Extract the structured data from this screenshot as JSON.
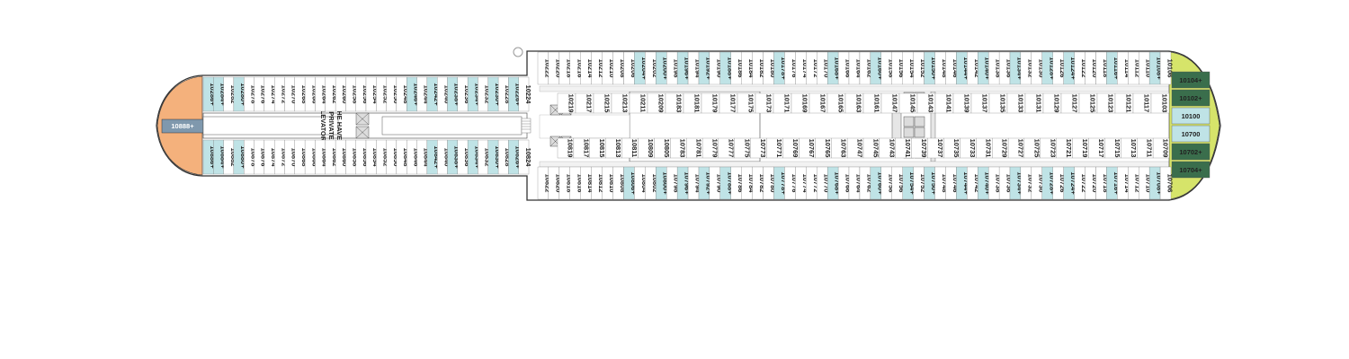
{
  "colors": {
    "outline": "#333333",
    "hull": "#ffffff",
    "standard": "#ffffff",
    "ocean_view": "#bfe3e6",
    "suite_dark": "#2e2e2e",
    "haven_green": "#3a6e4c",
    "light_green": "#b9d88f",
    "lime": "#d6e46a",
    "orange": "#f4b17c",
    "slate": "#7f98ad",
    "corridor": "#f2f2f2",
    "elevator": "#dcdcdc"
  },
  "labels": {
    "haven_elevators": [
      "THE HAVEN",
      "PRIVATE",
      "ELEVATORS"
    ]
  },
  "aft": {
    "top_outer": [
      "10286+",
      "10284+",
      "10282",
      "10280+",
      "10278",
      "10276",
      "10274",
      "10272",
      "10270",
      "10268",
      "10266",
      "10264",
      "10262",
      "10260",
      "10258",
      "10256",
      "10254",
      "10252",
      "10250",
      "10248",
      "10246+",
      "10244",
      "10242+",
      "10240",
      "10238+",
      "10236",
      "10234+",
      "10232",
      "10230+",
      "10228",
      "10226+",
      "10224"
    ],
    "bot_outer": [
      "10886+",
      "10884+",
      "10882",
      "10880+",
      "10878",
      "10876",
      "10874",
      "10872",
      "10870",
      "10868",
      "10866",
      "10864",
      "10862",
      "10860",
      "10858",
      "10856",
      "10854",
      "10852",
      "10850",
      "10848",
      "10846",
      "10844",
      "10842+",
      "10840",
      "10838+",
      "10836",
      "10834+",
      "10832",
      "10830+",
      "10828",
      "10826+",
      "10824"
    ],
    "center": "10888+"
  },
  "fwd": {
    "top_outer": [
      "10222",
      "10220",
      "10218",
      "10216",
      "10214",
      "10212",
      "10210",
      "10208",
      "10206",
      "10204+",
      "10202",
      "10200+",
      "10198",
      "10196+",
      "10194",
      "10192+",
      "10190",
      "10188+",
      "10186",
      "10184",
      "10182",
      "10180",
      "10178+",
      "10176",
      "10174",
      "10172",
      "10170",
      "10168+",
      "10166",
      "10164",
      "10162",
      "10160+",
      "10158",
      "10156",
      "10154",
      "10152",
      "10150+",
      "10148",
      "10146",
      "10144+",
      "10142",
      "10140+",
      "10138",
      "10136",
      "10134+",
      "10132",
      "10130",
      "10128+",
      "10126",
      "10124+",
      "10122",
      "10120",
      "10118",
      "10116+",
      "10114",
      "10112",
      "10110",
      "10108+",
      "10106"
    ],
    "top_inner": [
      "10219",
      "10217",
      "10215",
      "10213",
      "10211",
      "10209",
      "10183",
      "10181",
      "10179",
      "10177",
      "10175",
      "10173",
      "10171",
      "10169",
      "10167",
      "10165",
      "10163",
      "10161",
      "10147",
      "10145",
      "10143",
      "10141",
      "10139",
      "10137",
      "10135",
      "10133",
      "10131",
      "10129",
      "10127",
      "10125",
      "10123",
      "10121",
      "10117",
      "10103"
    ],
    "bot_inner": [
      "10819",
      "10817",
      "10815",
      "10813",
      "10811",
      "10809",
      "10805",
      "10783",
      "10781",
      "10779",
      "10777",
      "10775",
      "10773",
      "10771",
      "10769",
      "10767",
      "10765",
      "10763",
      "10747",
      "10745",
      "10743",
      "10741",
      "10739",
      "10737",
      "10735",
      "10733",
      "10731",
      "10729",
      "10727",
      "10725",
      "10723",
      "10721",
      "10719",
      "10717",
      "10715",
      "10713",
      "10711",
      "10709"
    ],
    "bot_outer": [
      "10822",
      "10820",
      "10818",
      "10816",
      "10814",
      "10812",
      "10810",
      "10808",
      "10806+",
      "10804",
      "10802",
      "10800+",
      "10798",
      "10796+",
      "10794",
      "10792+",
      "10790",
      "10788+",
      "10786",
      "10784",
      "10782",
      "10780",
      "10778+",
      "10776",
      "10774",
      "10772",
      "10770",
      "10768+",
      "10766",
      "10764",
      "10762",
      "10760+",
      "10758",
      "10756",
      "10754+",
      "10752",
      "10750+",
      "10748",
      "10746",
      "10744+",
      "10742",
      "10740+",
      "10738",
      "10736",
      "10734+",
      "10732",
      "10730",
      "10728+",
      "10726",
      "10724+",
      "10722",
      "10720",
      "10718",
      "10716+",
      "10714",
      "10712",
      "10710",
      "10708+",
      "10706"
    ],
    "bow": [
      "10104+",
      "10102+",
      "10100",
      "10700",
      "10702+",
      "10704+"
    ]
  }
}
